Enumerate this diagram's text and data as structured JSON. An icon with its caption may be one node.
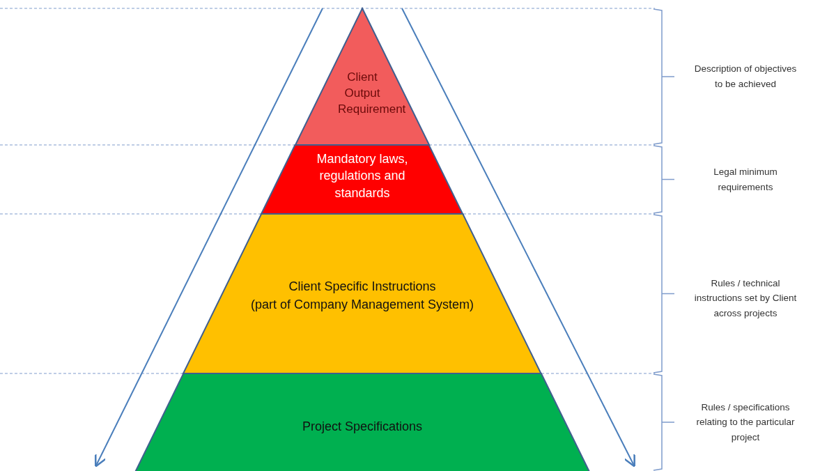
{
  "diagram": {
    "nodes": [
      {
        "text": [
          "Client Output Requirement"
        ]
      },
      {
        "text": [
          "Mandatory laws, regulations and standards"
        ]
      },
      {
        "text": [
          "Client Specific Instructions",
          "(part of Company Management System)"
        ]
      },
      {
        "text": [
          "Project Specifications"
        ]
      }
    ],
    "labels": [
      "Description of objectives to be achieved",
      "Legal minimum requirements",
      "Rules / technical instructions set by Client across projects",
      "Rules / specifications relating to the particular project"
    ]
  }
}
